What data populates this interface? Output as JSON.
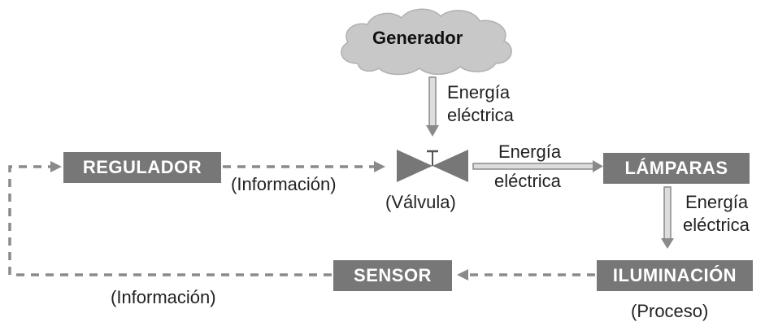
{
  "generator": {
    "label": "Generador"
  },
  "energy_generator_valve": {
    "line1": "Energía",
    "line2": "eléctrica"
  },
  "energy_valve_lamps": {
    "line1": "Energía",
    "line2": "eléctrica"
  },
  "energy_lamps_light": {
    "line1": "Energía",
    "line2": "eléctrica"
  },
  "regulator": {
    "label": "REGULADOR"
  },
  "lamps": {
    "label": "LÁMPARAS"
  },
  "sensor": {
    "label": "SENSOR"
  },
  "illumination": {
    "label": "ILUMINACIÓN"
  },
  "valve": {
    "caption": "(Válvula)"
  },
  "info_regulator_valve": {
    "caption": "(Información)"
  },
  "info_sensor_regulator": {
    "caption": "(Información)"
  },
  "process": {
    "caption": "(Proceso)"
  },
  "colors": {
    "box": "#777777",
    "line": "#8a8a8a",
    "cloud": "#c8c8c8",
    "arrow_fill": "#dddddd"
  }
}
